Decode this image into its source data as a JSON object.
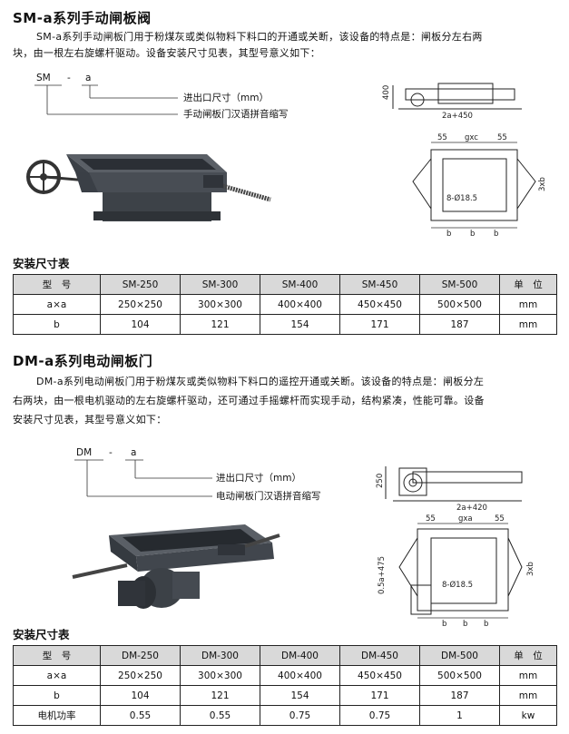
{
  "sm": {
    "title": "SM-a系列手动闸板阀",
    "para_line1": "SM-a系列手动闸板门用于粉煤灰或类似物料下料口的开通或关断，该设备的特点是：闸板分左右两",
    "para_line2": "块，由一根左右旋螺杆驱动。设备安装尺寸见表，其型号意义如下：",
    "model_prefix": "SM",
    "model_dash": "-",
    "model_var": "a",
    "legend_1": "进出口尺寸（mm）",
    "legend_2": "手动闸板门汉语拼音缩写",
    "table_title": "安装尺寸表",
    "table": {
      "headers": [
        "型　号",
        "SM-250",
        "SM-300",
        "SM-400",
        "SM-450",
        "SM-500",
        "单　位"
      ],
      "rows": [
        [
          "a×a",
          "250×250",
          "300×300",
          "400×400",
          "450×450",
          "500×500",
          "mm"
        ],
        [
          "b",
          "104",
          "121",
          "154",
          "171",
          "187",
          "mm"
        ]
      ]
    },
    "dims": {
      "h": "400",
      "w": "2a+450",
      "top_left": "55",
      "top_mid": "gxc",
      "top_right": "55",
      "hole": "8-Ø18.5",
      "b": "b",
      "side": "3xb"
    }
  },
  "dm": {
    "title": "DM-a系列电动闸板门",
    "para_line1": "DM-a系列电动闸板门用于粉煤灰或类似物料下料口的遥控开通或关断。该设备的特点是：闸板分左",
    "para_line2": "右两块，由一根电机驱动的左右旋螺杆驱动，还可通过手摇螺杆而实现手动，结构紧凑，性能可靠。设备",
    "para_line3": "安装尺寸见表，其型号意义如下：",
    "model_prefix": "DM",
    "model_dash": "-",
    "model_var": "a",
    "legend_1": "进出口尺寸（mm）",
    "legend_2": "电动闸板门汉语拼音缩写",
    "table_title": "安装尺寸表",
    "table": {
      "headers": [
        "型　号",
        "DM-250",
        "DM-300",
        "DM-400",
        "DM-450",
        "DM-500",
        "单　位"
      ],
      "rows": [
        [
          "a×a",
          "250×250",
          "300×300",
          "400×400",
          "450×450",
          "500×500",
          "mm"
        ],
        [
          "b",
          "104",
          "121",
          "154",
          "171",
          "187",
          "mm"
        ],
        [
          "电机功率",
          "0.55",
          "0.55",
          "0.75",
          "0.75",
          "1",
          "kw"
        ]
      ]
    },
    "dims": {
      "h": "250",
      "w": "2a+420",
      "top_left": "55",
      "top_mid": "gxa",
      "top_right": "55",
      "hole": "8-Ø18.5",
      "b": "b",
      "side": "3xb",
      "left": "0.5a+475"
    }
  }
}
